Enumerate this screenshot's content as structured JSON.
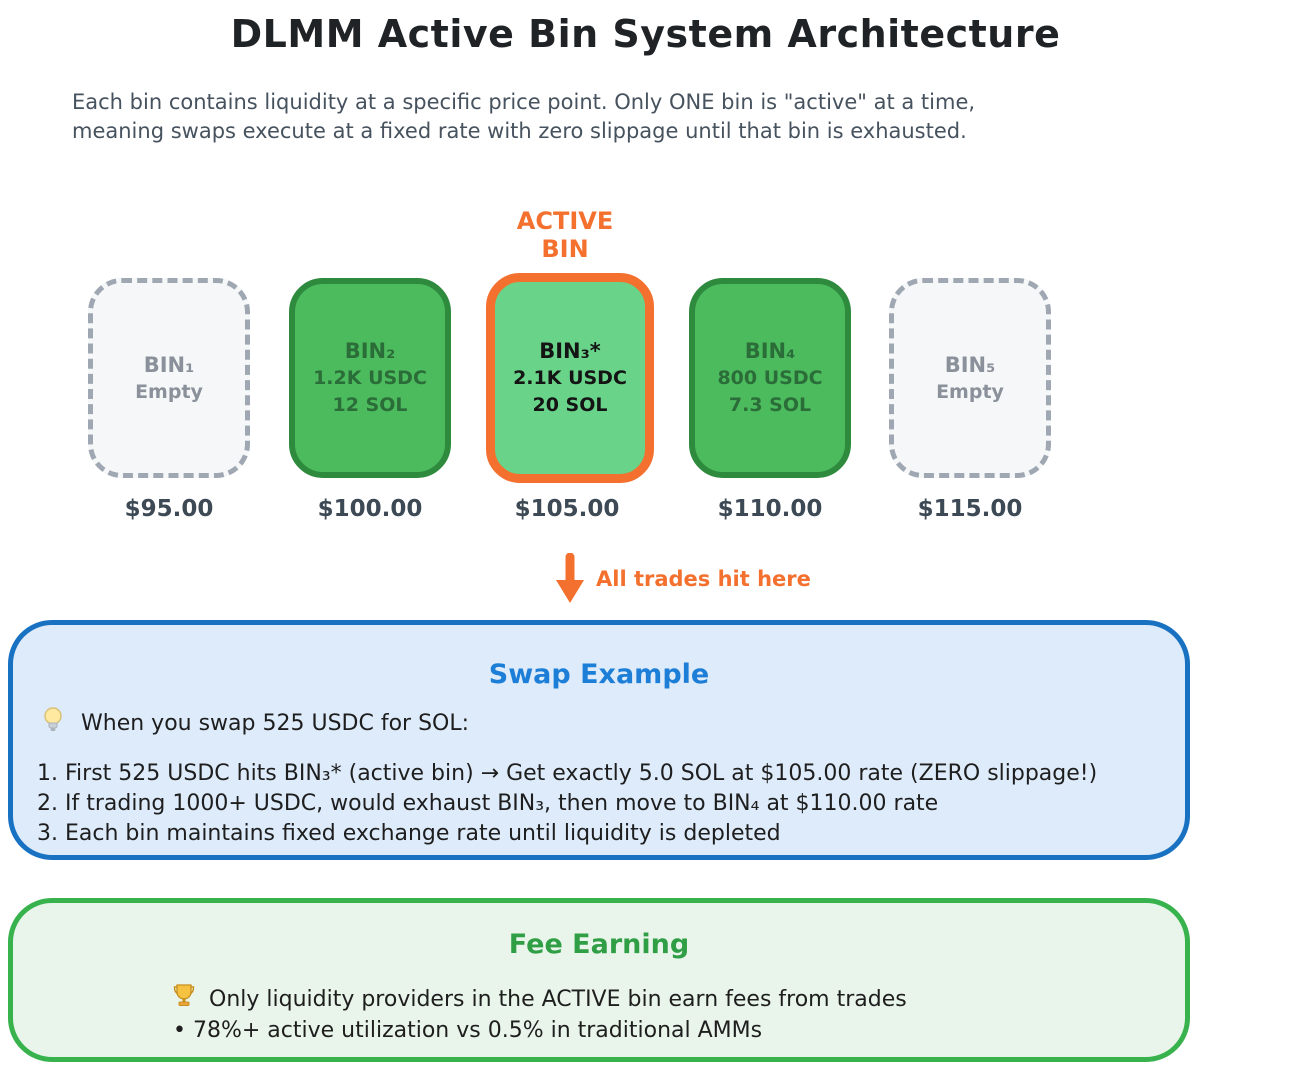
{
  "title": "DLMM Active Bin System Architecture",
  "subtitle": {
    "line1": "Each bin contains liquidity at a specific price point. Only ONE bin is \"active\" at a time,",
    "line2": "meaning swaps execute at a fixed rate with zero slippage until that bin is exhausted."
  },
  "active_bin_callout": {
    "line1": "ACTIVE",
    "line2": "BIN"
  },
  "bins": [
    {
      "name": "BIN₁",
      "line1": "Empty",
      "price": "$95.00",
      "state": "empty"
    },
    {
      "name": "BIN₂",
      "line1": "1.2K USDC",
      "line2": "12 SOL",
      "price": "$100.00",
      "state": "filled"
    },
    {
      "name": "BIN₃*",
      "line1": "2.1K USDC",
      "line2": "20 SOL",
      "price": "$105.00",
      "state": "active"
    },
    {
      "name": "BIN₄",
      "line1": "800 USDC",
      "line2": "7.3 SOL",
      "price": "$110.00",
      "state": "filled"
    },
    {
      "name": "BIN₅",
      "line1": "Empty",
      "price": "$115.00",
      "state": "empty"
    }
  ],
  "trades_arrow": {
    "icon": "down-arrow-icon",
    "label": "All trades hit here"
  },
  "swap_panel": {
    "title": "Swap Example",
    "intro_icon": "lightbulb-icon",
    "intro": "When you swap 525 USDC for SOL:",
    "steps": [
      "1. First 525 USDC hits BIN₃* (active bin) → Get exactly 5.0 SOL at $105.00 rate (ZERO slippage!)",
      "2. If trading 1000+ USDC, would exhaust BIN₃, then move to BIN₄ at $110.00 rate",
      "3. Each bin maintains fixed exchange rate until liquidity is depleted"
    ]
  },
  "fee_panel": {
    "title": "Fee Earning",
    "line1_icon": "trophy-icon",
    "line1": "Only liquidity providers in the ACTIVE bin earn fees from trades",
    "line2": "• 78%+ active utilization vs 0.5% in traditional AMMs"
  },
  "colors": {
    "accent_orange": "#f4702e",
    "bin_fill_green": "#4cbb5e",
    "bin_border_green": "#2e8b3d",
    "active_bin_fill": "#69d389",
    "empty_bin_border": "#9fa8b2",
    "empty_bin_fill": "#f5f7f8",
    "empty_bin_text": "#8a919a",
    "swap_panel_border": "#1971c2",
    "swap_panel_fill": "#ddebfa",
    "swap_title_blue": "#1c7ed6",
    "fee_panel_border": "#37b24d",
    "fee_panel_fill": "#e9f5eb",
    "fee_title_green": "#2f9e44",
    "body_text": "#1e1e1e",
    "muted_slate": "#46525e"
  }
}
